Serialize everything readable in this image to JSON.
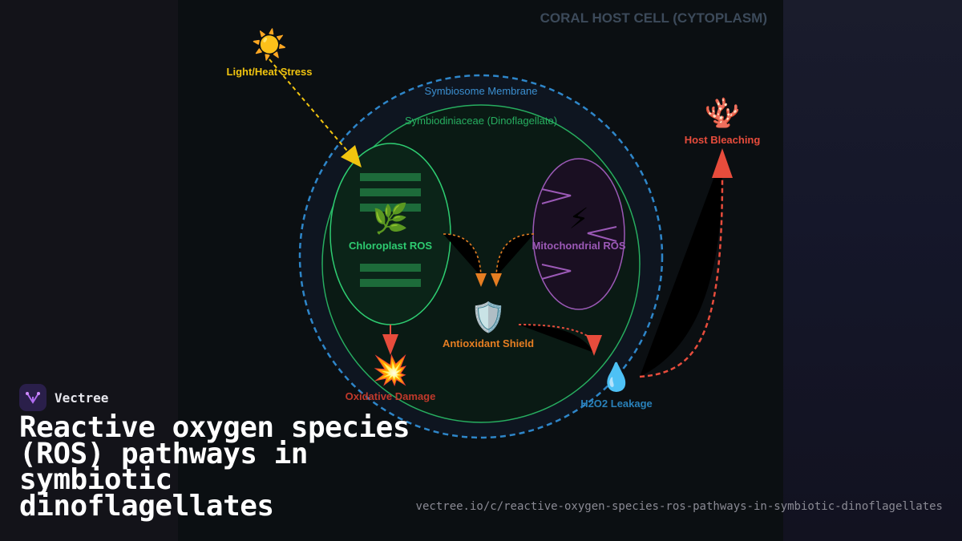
{
  "diagram": {
    "region_title": "CORAL HOST CELL (CYTOPLASM)",
    "membrane_label": "Symbiosome Membrane",
    "cell_label": "Symbiodiniaceae (Dinoflagellate)",
    "nodes": {
      "stress": {
        "icon": "☀️",
        "label": "Light/Heat Stress"
      },
      "chloroplast": {
        "icon": "🌿",
        "label": "Chloroplast ROS"
      },
      "mitochondria": {
        "icon": "⚡",
        "label": "Mitochondrial ROS"
      },
      "antioxidant": {
        "icon": "🛡️",
        "label": "Antioxidant Shield"
      },
      "damage": {
        "icon": "💥",
        "label": "Oxidative Damage"
      },
      "leakage": {
        "icon": "💧",
        "label": "H2O2 Leakage"
      },
      "bleaching": {
        "icon": "🪸",
        "label": "Host Bleaching"
      }
    },
    "colors": {
      "stress": "#f1c40f",
      "chloroplast": "#2ecc71",
      "mitochondria": "#9b59b6",
      "antioxidant": "#e67e22",
      "damage": "#c0392b",
      "leakage": "#2980b9",
      "bleaching": "#e74c3c",
      "membrane": "#3b8fd0",
      "region_title": "#3c4a5a"
    }
  },
  "brand": {
    "name": "Vectree"
  },
  "headline": "Reactive oxygen species (ROS) pathways in symbiotic dinoflagellates",
  "url": "vectree.io/c/reactive-oxygen-species-ros-pathways-in-symbiotic-dinoflagellates"
}
